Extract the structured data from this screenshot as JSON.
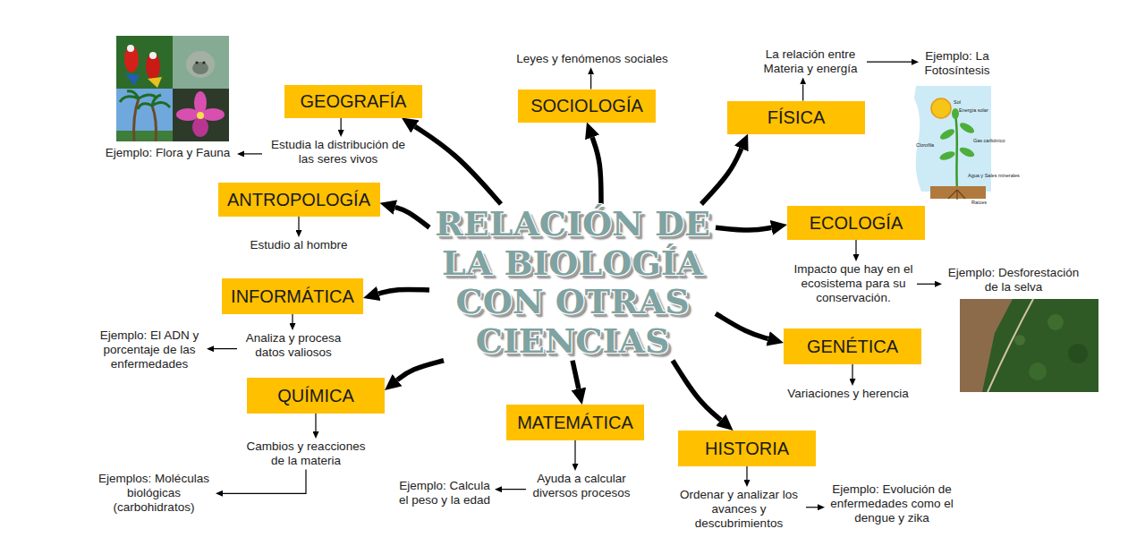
{
  "diagram": {
    "nodes": [
      {
        "text": [
          "RELACIÓN DE LA BIOLOGÍA CON OTRAS CIENCIAS"
        ]
      },
      {
        "text": [
          "GEOGRAFÍA"
        ]
      },
      {
        "text": [
          "Estudia la distribución de las seres vivos"
        ]
      },
      {
        "text": [
          "Ejemplo: Flora y Fauna"
        ]
      },
      {
        "text": [
          "SOCIOLOGÍA"
        ]
      },
      {
        "text": [
          "Leyes y fenómenos sociales"
        ]
      },
      {
        "text": [
          "FÍSICA"
        ]
      },
      {
        "text": [
          "La relación entre Materia y energía"
        ]
      },
      {
        "text": [
          "Ejemplo: La Fotosíntesis"
        ]
      },
      {
        "text": [
          "ANTROPOLOGÍA"
        ]
      },
      {
        "text": [
          "Estudio al hombre"
        ]
      },
      {
        "text": [
          "ECOLOGÍA"
        ]
      },
      {
        "text": [
          "Impacto que hay en el ecosistema para su conservación."
        ]
      },
      {
        "text": [
          "Ejemplo: Desforestación de la selva"
        ]
      },
      {
        "text": [
          "INFORMÁTICA"
        ]
      },
      {
        "text": [
          "Analiza y procesa datos valiosos"
        ]
      },
      {
        "text": [
          "Ejemplo: El ADN y porcentaje de las enfermedades"
        ]
      },
      {
        "text": [
          "GENÉTICA"
        ]
      },
      {
        "text": [
          "Variaciones y herencia"
        ]
      },
      {
        "text": [
          "QUÍMICA"
        ]
      },
      {
        "text": [
          "Cambios y reacciones de la materia"
        ]
      },
      {
        "text": [
          "Ejemplos: Moléculas biológicas (carbohidratos)"
        ]
      },
      {
        "text": [
          "MATEMÁTICA"
        ]
      },
      {
        "text": [
          "Ayuda a calcular diversos procesos"
        ]
      },
      {
        "text": [
          "Ejemplo: Calcula el peso y la edad"
        ]
      },
      {
        "text": [
          "HISTORIA"
        ]
      },
      {
        "text": [
          "Ordenar y analizar los avances y descubrimientos"
        ]
      },
      {
        "text": [
          "Ejemplo: Evolución de enfermedades como el dengue y zika"
        ]
      }
    ],
    "edges": [
      {
        "from": 0,
        "to": 1,
        "arrow": "to"
      },
      {
        "from": 0,
        "to": 4,
        "arrow": "to"
      },
      {
        "from": 0,
        "to": 6,
        "arrow": "to"
      },
      {
        "from": 0,
        "to": 9,
        "arrow": "to"
      },
      {
        "from": 0,
        "to": 11,
        "arrow": "to"
      },
      {
        "from": 0,
        "to": 14,
        "arrow": "to"
      },
      {
        "from": 0,
        "to": 17,
        "arrow": "to"
      },
      {
        "from": 0,
        "to": 19,
        "arrow": "to"
      },
      {
        "from": 0,
        "to": 22,
        "arrow": "to"
      },
      {
        "from": 0,
        "to": 25,
        "arrow": "to"
      },
      {
        "from": 1,
        "to": 2,
        "arrow": "to"
      },
      {
        "from": 2,
        "to": 3,
        "arrow": "to"
      },
      {
        "from": 4,
        "to": 5,
        "arrow": "to"
      },
      {
        "from": 6,
        "to": 7,
        "arrow": "to"
      },
      {
        "from": 7,
        "to": 8,
        "arrow": "to"
      },
      {
        "from": 9,
        "to": 10,
        "arrow": "to"
      },
      {
        "from": 11,
        "to": 12,
        "arrow": "to"
      },
      {
        "from": 12,
        "to": 13,
        "arrow": "to"
      },
      {
        "from": 14,
        "to": 15,
        "arrow": "to"
      },
      {
        "from": 15,
        "to": 16,
        "arrow": "to"
      },
      {
        "from": 17,
        "to": 18,
        "arrow": "to"
      },
      {
        "from": 19,
        "to": 20,
        "arrow": "to"
      },
      {
        "from": 20,
        "to": 21,
        "arrow": "to"
      },
      {
        "from": 22,
        "to": 23,
        "arrow": "to"
      },
      {
        "from": 23,
        "to": 24,
        "arrow": "to"
      },
      {
        "from": 25,
        "to": 26,
        "arrow": "to"
      },
      {
        "from": 26,
        "to": 27,
        "arrow": "to"
      }
    ],
    "labels": [
      "Sol",
      "Energía solar",
      "Gas carbónico",
      "Clorofila",
      "Agua y Sales minerales",
      "Raíces"
    ]
  }
}
